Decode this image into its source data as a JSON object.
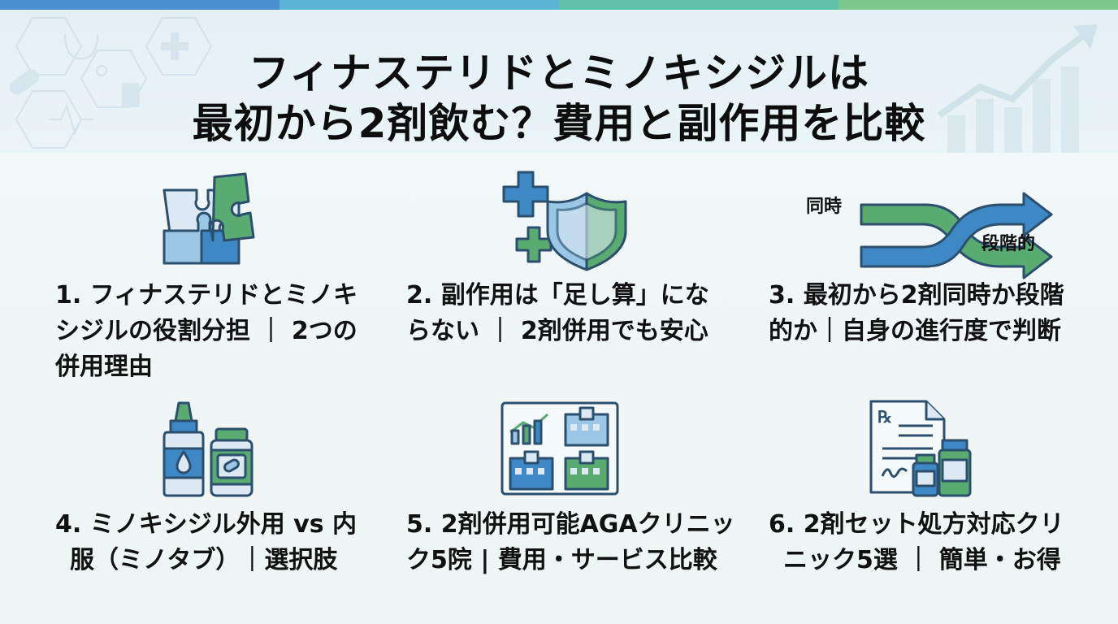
{
  "colors": {
    "bar": [
      "#4a8fd0",
      "#5bb5d6",
      "#62c1a9",
      "#7cc98e"
    ],
    "blue": "#3f88c6",
    "blue_light": "#9cc6e6",
    "green": "#5aab72",
    "green_light": "#8fd19c",
    "outline": "#2c4f6e"
  },
  "title": {
    "line1": "フィナステリドとミノキシジルは",
    "line2": "最初から2剤飲む？費用と副作用を比較"
  },
  "cards": [
    {
      "icon": "puzzle-icon",
      "lines": [
        "1. フィナステリドとミノキ",
        "シジルの役割分担 ｜ 2つの",
        "併用理由"
      ]
    },
    {
      "icon": "medical-shield-icon",
      "lines": [
        "2. 副作用は「足し算」にな",
        "らない ｜ 2剤併用でも安心"
      ]
    },
    {
      "icon": "crossing-arrows-icon",
      "labels": {
        "top": "同時",
        "bottom": "段階的"
      },
      "lines": [
        "3. 最初から2剤同時か段階",
        "的か｜自身の進行度で判断"
      ]
    },
    {
      "icon": "medicine-bottles-icon",
      "lines": [
        "4. ミノキシジル外用 vs 内",
        "服（ミノタブ）｜選択肢"
      ]
    },
    {
      "icon": "clinic-dashboard-icon",
      "lines": [
        "5. 2剤併用可能AGAクリニッ",
        "ク5院 | 費用・サービス比較"
      ]
    },
    {
      "icon": "prescription-icon",
      "lines": [
        "6. 2剤セット処方対応クリ",
        "ニック5選 ｜ 簡単・お得"
      ]
    }
  ]
}
